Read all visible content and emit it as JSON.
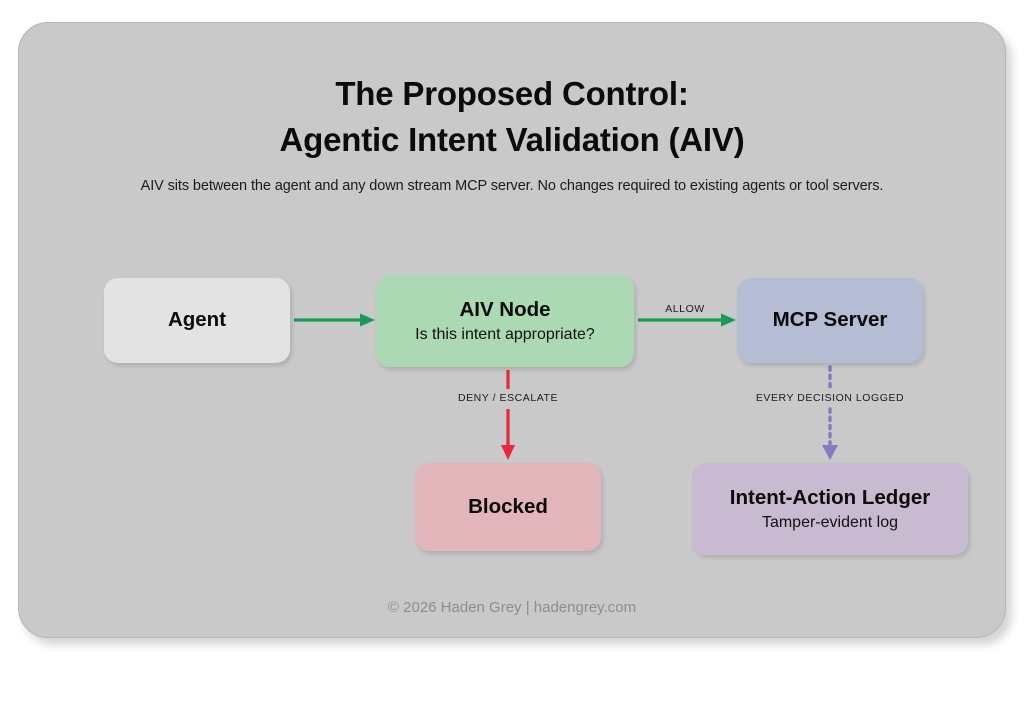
{
  "card": {
    "background_color": "#c9c9c9",
    "border_color": "#b6b6b6"
  },
  "header": {
    "title_line1": "The Proposed Control:",
    "title_line2": "Agentic Intent Validation (AIV)",
    "subtitle": "AIV sits between the agent and any down stream MCP server. No changes required to existing agents or tool servers."
  },
  "diagram": {
    "nodes": [
      {
        "id": "agent",
        "title": "Agent",
        "subtitle": "",
        "color": "#e3e3e3"
      },
      {
        "id": "aiv",
        "title": "AIV Node",
        "subtitle": "Is this intent appropriate?",
        "color": "#abd9b3"
      },
      {
        "id": "mcp",
        "title": "MCP Server",
        "subtitle": "",
        "color": "#b4bdd3"
      },
      {
        "id": "blocked",
        "title": "Blocked",
        "subtitle": "",
        "color": "#e2b5bb"
      },
      {
        "id": "ledger",
        "title": "Intent-Action Ledger",
        "subtitle": "Tamper-evident log",
        "color": "#c7bad1"
      }
    ],
    "edges": [
      {
        "id": "agent-to-aiv",
        "from": "agent",
        "to": "aiv",
        "label": "",
        "color": "#1a9a58",
        "style": "solid"
      },
      {
        "id": "aiv-to-mcp",
        "from": "aiv",
        "to": "mcp",
        "label": "ALLOW",
        "color": "#1a9a58",
        "style": "solid"
      },
      {
        "id": "aiv-to-blocked",
        "from": "aiv",
        "to": "blocked",
        "label": "DENY / ESCALATE",
        "color": "#e8293a",
        "style": "solid"
      },
      {
        "id": "mcp-to-ledger",
        "from": "mcp",
        "to": "ledger",
        "label": "EVERY DECISION LOGGED",
        "color": "#8878c3",
        "style": "dotted"
      }
    ]
  },
  "footer": {
    "text": "© 2026 Haden Grey | hadengrey.com"
  }
}
